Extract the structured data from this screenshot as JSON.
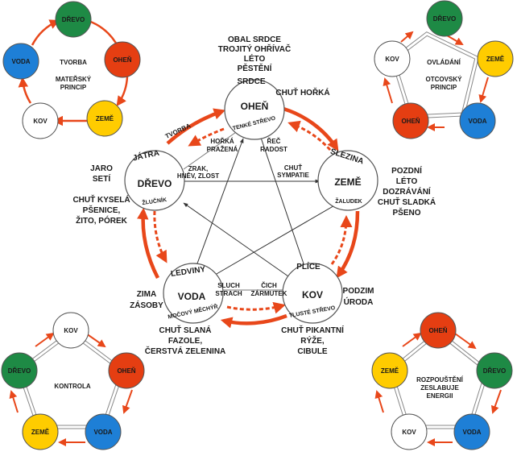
{
  "colors": {
    "wood": "#1e8a45",
    "fire": "#e53e12",
    "earth": "#ffcc00",
    "metal": "#ffffff",
    "water": "#1e7fd6",
    "arrow": "#e8471a",
    "text": "#1a1a1a"
  },
  "mini_top_left": {
    "title": "TVORBA",
    "subtitle_1": "MATEŘSKÝ",
    "subtitle_2": "PRINCIP",
    "nodes": {
      "wood": "DŘEVO",
      "fire": "OHEŇ",
      "earth": "ZEMĚ",
      "metal": "KOV",
      "water": "VODA"
    }
  },
  "mini_top_right": {
    "title": "OVLÁDÁNÍ",
    "subtitle_1": "OTCOVSKÝ",
    "subtitle_2": "PRINCIP",
    "nodes": {
      "wood": "DŘEVO",
      "earth": "ZEMĚ",
      "water": "VODA",
      "fire": "OHEŇ",
      "metal": "KOV"
    }
  },
  "mini_bottom_left": {
    "title": "KONTROLA",
    "nodes": {
      "metal": "KOV",
      "fire": "OHEŇ",
      "water": "VODA",
      "earth": "ZEMĚ",
      "wood": "DŘEVO"
    }
  },
  "mini_bottom_right": {
    "title_1": "ROZPOUŠTĚNÍ",
    "title_2": "ZESLABUJE",
    "title_3": "ENERGII",
    "nodes": {
      "fire": "OHEŇ",
      "wood": "DŘEVO",
      "water": "VODA",
      "metal": "KOV",
      "earth": "ZEMĚ"
    }
  },
  "center": {
    "fire": {
      "organ_top": "SRDCE",
      "name": "OHEŇ",
      "organ_bottom": "TENKÉ STŘEVO",
      "info_1": "OBAL SRDCE",
      "info_2": "TROJITÝ OHŘÍVAČ",
      "info_3": "LÉTO",
      "info_4": "PĚSTĚNÍ",
      "taste": "CHUŤ HOŘKÁ"
    },
    "earth": {
      "organ_top": "SLEZINA",
      "name": "ZEMĚ",
      "organ_bottom": "ŽALUDEK",
      "info_1": "POZDNÍ",
      "info_2": "LÉTO",
      "info_3": "DOZRÁVÁNÍ",
      "info_4": "CHUŤ SLADKÁ",
      "info_5": "PŠENO"
    },
    "metal": {
      "organ_top": "PLÍCE",
      "name": "KOV",
      "organ_bottom": "TLUSTÉ STŘEVO",
      "info_1": "PODZIM",
      "info_2": "ÚRODA",
      "taste_1": "CHUŤ PIKANTNÍ",
      "taste_2": "RÝŽE,",
      "taste_3": "CIBULE"
    },
    "water": {
      "organ_top": "LEDVINY",
      "name": "VODA",
      "organ_bottom": "MOČOVÝ MĚCHÝŘ",
      "info_1": "ZIMA",
      "info_2": "ZÁSOBY",
      "taste_1": "CHUŤ SLANÁ",
      "taste_2": "FAZOLE,",
      "taste_3": "ČERSTVÁ ZELENINA"
    },
    "wood": {
      "organ_top": "JÁTRA",
      "name": "DŘEVO",
      "organ_bottom": "ŽLUČNÍK",
      "info_1": "JARO",
      "info_2": "SETÍ",
      "taste_1": "CHUŤ KYSELÁ",
      "taste_2": "PŠENICE,",
      "taste_3": "ŽITO, PÓREK"
    },
    "inner": {
      "tvorba": "TVORBA",
      "horka_1": "HOŘKÁ",
      "horka_2": "PRAŽENÁ",
      "rec_1": "ŘEČ",
      "rec_2": "RADOST",
      "zrak_1": "ZRAK,",
      "zrak_2": "HNĚV, ZLOST",
      "chut_1": "CHUŤ",
      "chut_2": "SYMPATIE",
      "sluch_1": "SLUCH",
      "sluch_2": "STRACH",
      "cich_1": "ČICH",
      "cich_2": "ZÁRMUTEK"
    }
  }
}
